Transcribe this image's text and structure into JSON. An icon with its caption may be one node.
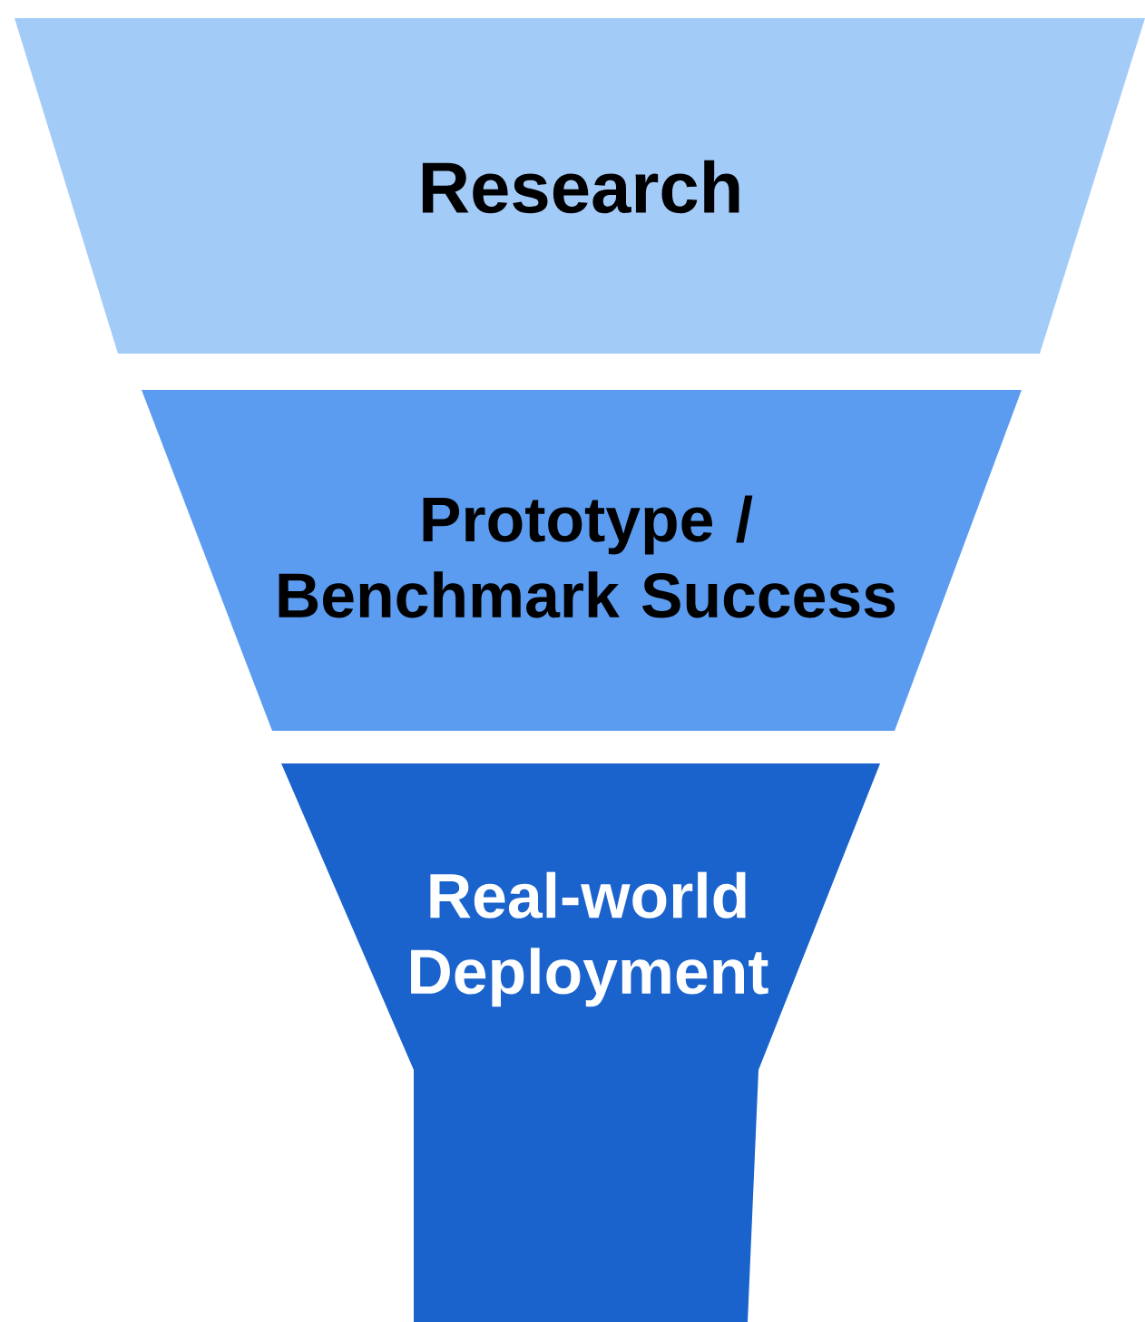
{
  "diagram": {
    "nodes": [
      {
        "text": [
          "Research"
        ]
      },
      {
        "text": [
          "Prototype / Benchmark Success"
        ]
      },
      {
        "text": [
          "Real-world Deployment"
        ]
      }
    ]
  }
}
